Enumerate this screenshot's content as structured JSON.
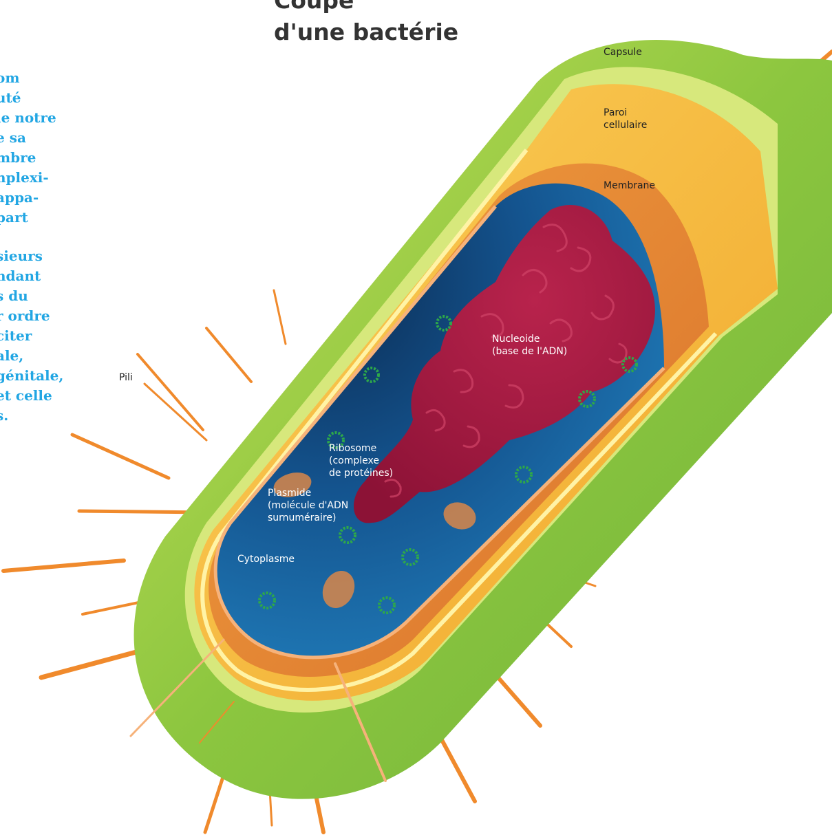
{
  "title": {
    "line1": "Coupe",
    "line2": "d'une bactérie"
  },
  "side_text": [
    "om",
    "uté",
    "le notre",
    "e sa",
    "mbre",
    "nplexi-",
    "appa-",
    "part",
    "",
    "sieurs",
    "ndant",
    "s du",
    "r ordre",
    "citer",
    "ale,",
    "génitale,",
    "et celle",
    "s."
  ],
  "labels": {
    "capsule": "Capsule",
    "paroi": [
      "Paroi",
      "cellulaire"
    ],
    "membrane": "Membrane",
    "nucleoide": [
      "Nucleoide",
      "(base de l'ADN)"
    ],
    "pili": "Pili",
    "ribosome": [
      "Ribosome",
      "(complexe",
      "de protéines)"
    ],
    "plasmide": [
      "Plasmide",
      "(molécule d'ADN",
      "surnuméraire)"
    ],
    "cytoplasme": "Cytoplasme"
  },
  "colors": {
    "capsule": "#8cc63f",
    "paroi": "#f7b733",
    "membrane": "#e8822a",
    "cytoplasm": "#1b6aa5",
    "nucleoid": "#a8173f",
    "pili": "#f08a2c",
    "ribosome": "#2ea84a",
    "plasmid": "#d9874a",
    "side_text": "#22a6e3"
  }
}
